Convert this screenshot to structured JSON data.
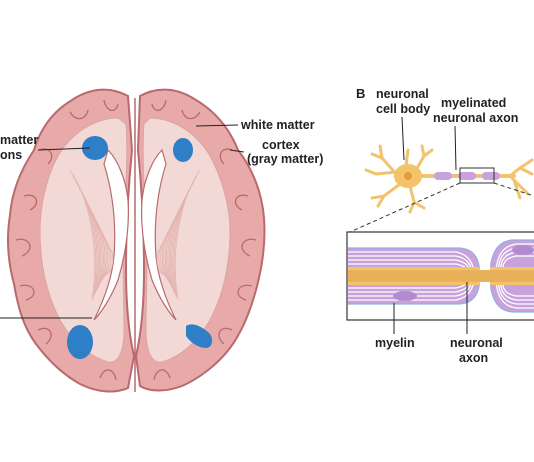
{
  "panel_b": {
    "letter": "B"
  },
  "labels": {
    "left_top_line1": "matter",
    "left_top_line2": "ons",
    "white_matter": "white matter",
    "cortex_line1": "cortex",
    "cortex_line2": "(gray matter)",
    "cell_body_line1": "neuronal",
    "cell_body_line2": "cell body",
    "myelinated_line1": "myelinated",
    "myelinated_line2": "neuronal axon",
    "myelin": "myelin",
    "axon_line1": "neuronal",
    "axon_line2": "axon"
  },
  "colors": {
    "cortex_fill": "#e8a9a9",
    "cortex_stroke": "#b86a6e",
    "white_matter_fill": "#f3d9d6",
    "lesion": "#2f7fc8",
    "neuron": "#f2c36b",
    "neuron_nucleus": "#e59a3a",
    "myelin_outer": "#c9a2dd",
    "myelin_inner": "#b18ad0",
    "sheath_line": "#8fb3dd",
    "background": "#ffffff"
  },
  "icons": [
    "brain-axial-section",
    "neuron-icon",
    "myelin-sheath-icon"
  ]
}
